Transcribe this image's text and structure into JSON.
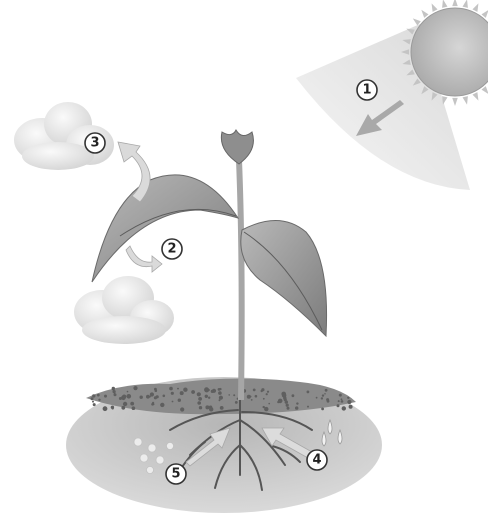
{
  "diagram": {
    "markers": [
      {
        "id": "marker-1",
        "label": "1"
      },
      {
        "id": "marker-2",
        "label": "2"
      },
      {
        "id": "marker-3",
        "label": "3"
      },
      {
        "id": "marker-4",
        "label": "4"
      },
      {
        "id": "marker-5",
        "label": "5"
      }
    ],
    "colors": {
      "sun": "#bdbdbd",
      "sunlight": "#e9e9e9",
      "leaf": "#8f8f8f",
      "stem": "#a8a8a8",
      "soil": "#7a7a7a",
      "ground": "#cfcfcf",
      "cloud": "#e6e6e6",
      "arrow": "#d8d8d8"
    }
  }
}
